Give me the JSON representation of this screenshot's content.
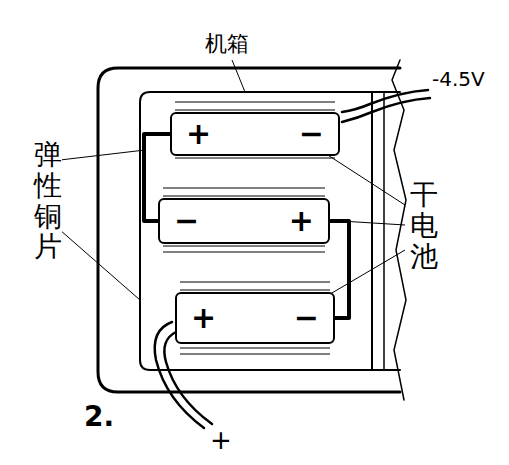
{
  "diagram": {
    "nodes": [
      {
        "text": [
          "+",
          "−"
        ]
      },
      {
        "text": [
          "−",
          "+"
        ]
      },
      {
        "text": [
          "+",
          "−"
        ]
      }
    ],
    "edges": [
      {
        "from": 0,
        "to": 1,
        "arrow": "none"
      },
      {
        "from": 1,
        "to": 2,
        "arrow": "none"
      }
    ],
    "labels": [
      "机箱",
      "-4.5V",
      "弹性铜片",
      "干电池",
      "+",
      "2."
    ]
  }
}
